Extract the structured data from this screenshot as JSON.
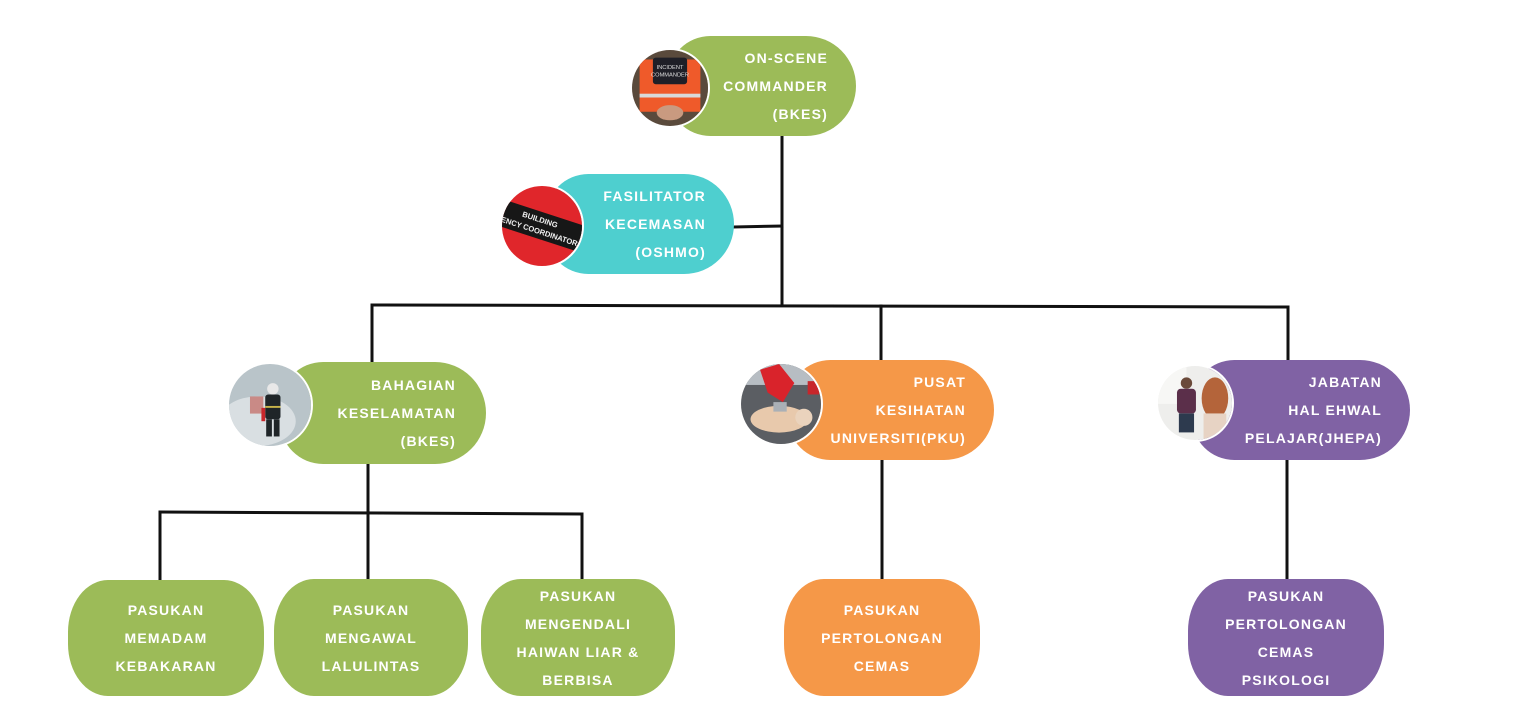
{
  "diagram": {
    "type": "organization-chart",
    "colors": {
      "green": "#9cbb58",
      "teal": "#4ecfcf",
      "orange": "#f59848",
      "purple": "#8062a4",
      "connector": "#111111",
      "text": "#ffffff"
    },
    "root": {
      "id": "on-scene-commander",
      "lines": [
        "ON-SCENE",
        "COMMANDER",
        "(BKES)"
      ],
      "color": "green",
      "photo": "incident-commander-vest-photo"
    },
    "advisor": {
      "id": "fasilitator-kecemasan",
      "lines": [
        "FASILITATOR",
        "KECEMASAN",
        "(OSHMO)"
      ],
      "color": "teal",
      "photo": "building-emergency-coordinator-vest-photo"
    },
    "departments": [
      {
        "id": "bahagian-keselamatan",
        "lines": [
          "BAHAGIAN",
          "KESELAMATAN",
          "(BKES)"
        ],
        "color": "green",
        "photo": "firefighter-photo",
        "teams": [
          {
            "lines": [
              "PASUKAN",
              "MEMADAM",
              "KEBAKARAN"
            ]
          },
          {
            "lines": [
              "PASUKAN",
              "MENGAWAL",
              "LALULINTAS"
            ]
          },
          {
            "lines": [
              "PASUKAN",
              "MENGENDALI",
              "HAIWAN LIAR &",
              "BERBISA"
            ]
          }
        ]
      },
      {
        "id": "pusat-kesihatan-universiti",
        "lines": [
          "PUSAT",
          "KESIHATAN",
          "UNIVERSITI(PKU)"
        ],
        "color": "orange",
        "photo": "cpr-training-photo",
        "teams": [
          {
            "lines": [
              "PASUKAN",
              "PERTOLONGAN",
              "CEMAS"
            ]
          }
        ]
      },
      {
        "id": "jabatan-hal-ehwal-pelajar",
        "lines": [
          "JABATAN",
          "HAL EHWAL",
          "PELAJAR(JHEPA)"
        ],
        "color": "purple",
        "photo": "counselling-session-photo",
        "teams": [
          {
            "lines": [
              "PASUKAN",
              "PERTOLONGAN",
              "CEMAS",
              "PSIKOLOGI"
            ]
          }
        ]
      }
    ]
  }
}
